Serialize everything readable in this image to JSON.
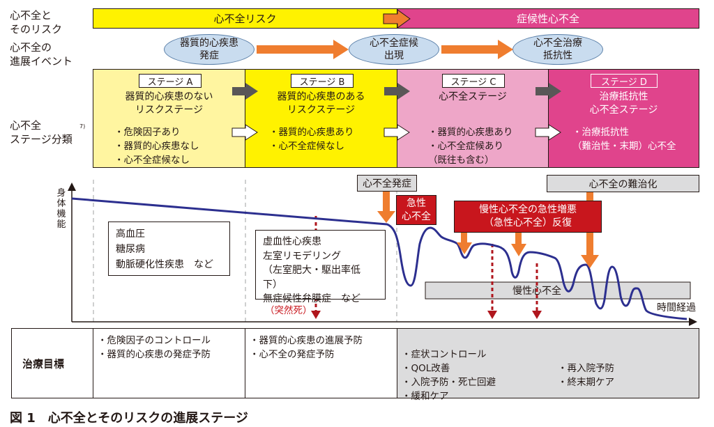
{
  "row_labels": {
    "risk": "心不全と\nそのリスク",
    "events": "心不全の\n進展イベント",
    "stages": "心不全\nステージ分類",
    "stages_sup": "7)",
    "treatment": "治療目標"
  },
  "bars": {
    "risk": "心不全リスク",
    "symptomatic": "症候性心不全"
  },
  "events": [
    "器質的心疾患\n発症",
    "心不全症候\n出現",
    "心不全治療\n抵抗性"
  ],
  "stages": [
    {
      "tag": "ステージ A",
      "title": "器質的心疾患のない\nリスクステージ",
      "bullets": "・危険因子あり\n・器質的心疾患なし\n・心不全症候なし"
    },
    {
      "tag": "ステージ B",
      "title": "器質的心疾患のある\nリスクステージ",
      "bullets": "・器質的心疾患あり\n・心不全症候なし"
    },
    {
      "tag": "ステージ C",
      "title": "心不全ステージ",
      "bullets": "・器質的心疾患あり\n・心不全症候あり\n（既往も含む）"
    },
    {
      "tag": "ステージ D",
      "title": "治療抵抗性\n心不全ステージ",
      "bullets": "・治療抵抗性\n（難治性・末期）心不全"
    }
  ],
  "graph": {
    "y_label": "身体機能",
    "x_label": "時間経過",
    "onset": "心不全発症",
    "acute": "急性\n心不全",
    "exacerbation": "慢性心不全の急性増悪\n（急性心不全）反復",
    "refractory": "心不全の難治化",
    "chronic": "慢性心不全",
    "sudden_death": "（突然死）",
    "box_a": "高血圧\n糖尿病\n動脈硬化性疾患　など",
    "box_b": "虚血性心疾患\n左室リモデリング\n（左室肥大・駆出率低下）\n無症候性弁膜症　など"
  },
  "treatment": [
    "・危険因子のコントロール\n・器質的心疾患の発症予防",
    "・器質的心疾患の進展予防\n・心不全の発症予防",
    "・症状コントロール\n・QOL改善\n・入院予防・死亡回避\n・緩和ケア",
    "・再入院予防\n・終末期ケア"
  ],
  "caption": "図 1　心不全とそのリスクの進展ステージ",
  "colors": {
    "yellow": "#fff200",
    "light_yellow": "#fff5a0",
    "magenta": "#e0448c",
    "pink": "#eea6c8",
    "orange": "#ef7d2f",
    "red": "#c8161d",
    "navy": "#2c2f8f",
    "blue": "#c9dcef",
    "gray": "#dcdcdd"
  }
}
